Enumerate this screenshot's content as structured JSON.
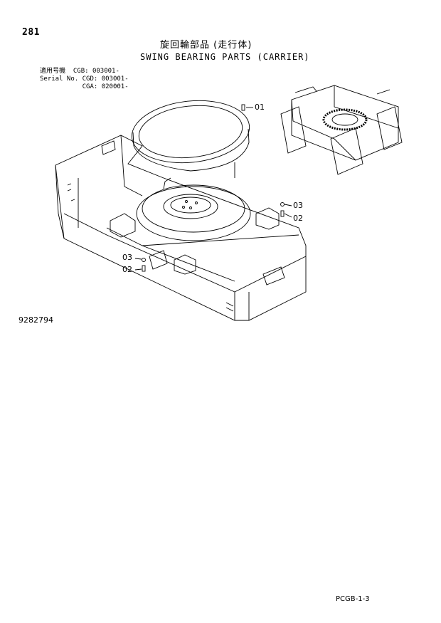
{
  "page": {
    "page_number": "281",
    "title_jp": "旋回輪部品 (走行体)",
    "title_en": "SWING BEARING PARTS (CARRIER)",
    "serial": {
      "label_jp": "適用号機",
      "label_en": "Serial No.",
      "codes": [
        "CGB: 003001-",
        "CGD: 003001-",
        "CGA: 020001-"
      ]
    },
    "drawing_number": "9282794",
    "page_code": "PCGB-1-3"
  },
  "callouts": [
    {
      "id": "c01a",
      "text": "01"
    },
    {
      "id": "c03a",
      "text": "03"
    },
    {
      "id": "c02a",
      "text": "02"
    },
    {
      "id": "c03b",
      "text": "03"
    },
    {
      "id": "c02b",
      "text": "02"
    }
  ]
}
